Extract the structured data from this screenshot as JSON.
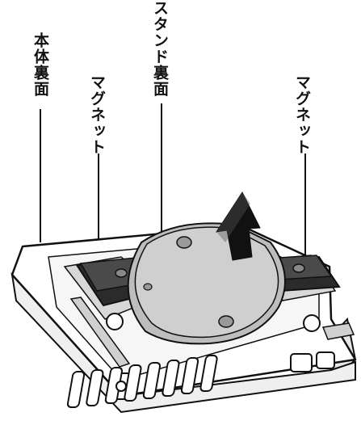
{
  "labels": {
    "body_back": "本体裏面",
    "magnet_left": "マグネット",
    "stand_back": "スタンド裏面",
    "magnet_right": "マグネット"
  },
  "colors": {
    "outline": "#111111",
    "body_fill": "#ffffff",
    "magnet_fill": "#2b2b2b",
    "magnet_top": "#4a4a4a",
    "stand_fill": "#c8c8c8",
    "stand_light": "#e0e0e0",
    "arrow_fill": "#111111",
    "shadow": "#bdbdbd"
  },
  "icons": {
    "arrow": "arrow-up-icon"
  }
}
